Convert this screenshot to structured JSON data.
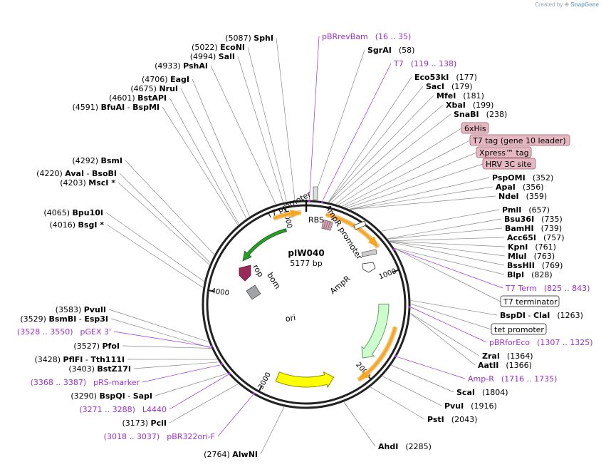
{
  "credit": {
    "prefix": "Created by",
    "brand": "SnapGene"
  },
  "plasmid": {
    "name": "pIW040",
    "length": "5177 bp"
  },
  "ticks": [
    "1000",
    "2000",
    "3000",
    "4000",
    "5000"
  ],
  "features": [
    {
      "label": "T7 promoter"
    },
    {
      "label": "RBS"
    },
    {
      "label": "AmpR promoter"
    },
    {
      "label": "AmpR"
    },
    {
      "label": "ori"
    },
    {
      "label": "rop"
    },
    {
      "label": "bom"
    }
  ],
  "enzymes_right": [
    {
      "name": "SgrAI",
      "pos": "(58)"
    },
    {
      "name": "Eco53kI",
      "pos": "(177)"
    },
    {
      "name": "SacI",
      "pos": "(179)"
    },
    {
      "name": "MfeI",
      "pos": "(181)"
    },
    {
      "name": "XbaI",
      "pos": "(199)"
    },
    {
      "name": "SnaBI",
      "pos": "(238)"
    },
    {
      "name": "PspOMI",
      "pos": "(352)"
    },
    {
      "name": "ApaI",
      "pos": "(356)"
    },
    {
      "name": "NdeI",
      "pos": "(359)"
    },
    {
      "name": "PmlI",
      "pos": "(657)"
    },
    {
      "name": "Bsu36I",
      "pos": "(735)"
    },
    {
      "name": "BamHI",
      "pos": "(739)"
    },
    {
      "name": "Acc65I",
      "pos": "(757)"
    },
    {
      "name": "KpnI",
      "pos": "(761)"
    },
    {
      "name": "MluI",
      "pos": "(763)"
    },
    {
      "name": "BssHII",
      "pos": "(769)"
    },
    {
      "name": "BlpI",
      "pos": "(828)"
    },
    {
      "name": "BspDI - ClaI",
      "pos": "(1263)"
    },
    {
      "name": "ZraI",
      "pos": "(1364)"
    },
    {
      "name": "AatII",
      "pos": "(1366)"
    },
    {
      "name": "ScaI",
      "pos": "(1804)"
    },
    {
      "name": "PvuI",
      "pos": "(1916)"
    },
    {
      "name": "PstI",
      "pos": "(2043)"
    },
    {
      "name": "AhdI",
      "pos": "(2285)"
    }
  ],
  "enzymes_left": [
    {
      "name": "SphI",
      "pos": "(5087)"
    },
    {
      "name": "EcoNI",
      "pos": "(5022)"
    },
    {
      "name": "SalI",
      "pos": "(4994)"
    },
    {
      "name": "PshAI",
      "pos": "(4933)"
    },
    {
      "name": "EagI",
      "pos": "(4706)"
    },
    {
      "name": "NruI",
      "pos": "(4675)"
    },
    {
      "name": "BstAPI",
      "pos": "(4601)"
    },
    {
      "name": "BfuAI - BspMI",
      "pos": "(4591)"
    },
    {
      "name": "BsmI",
      "pos": "(4292)"
    },
    {
      "name": "AvaI - BsoBI",
      "pos": "(4220)"
    },
    {
      "name": "MscI *",
      "pos": "(4203)"
    },
    {
      "name": "Bpu10I",
      "pos": "(4065)"
    },
    {
      "name": "BsgI *",
      "pos": "(4016)"
    },
    {
      "name": "PvuII",
      "pos": "(3583)"
    },
    {
      "name": "BsmBI - Esp3I",
      "pos": "(3529)"
    },
    {
      "name": "PfoI",
      "pos": "(3527)"
    },
    {
      "name": "PflFI - Tth111I",
      "pos": "(3428)"
    },
    {
      "name": "BstZ17I",
      "pos": "(3403)"
    },
    {
      "name": "BspQI - SapI",
      "pos": "(3290)"
    },
    {
      "name": "PciI",
      "pos": "(3173)"
    },
    {
      "name": "AlwNI",
      "pos": "(2764)"
    }
  ],
  "primers": [
    {
      "name": "pBRrevBam",
      "range": "(16 .. 35)"
    },
    {
      "name": "T7",
      "range": "(119 .. 138)"
    },
    {
      "name": "T7 Term",
      "range": "(825 .. 843)"
    },
    {
      "name": "pBRforEco",
      "range": "(1307 .. 1325)"
    },
    {
      "name": "Amp-R",
      "range": "(1716 .. 1735)"
    },
    {
      "name": "pGEX 3'",
      "range": "(3528 .. 3550)"
    },
    {
      "name": "pRS-marker",
      "range": "(3368 .. 3387)"
    },
    {
      "name": "L4440",
      "range": "(3271 .. 3288)"
    },
    {
      "name": "pBR322ori-F",
      "range": "(3018 .. 3037)"
    }
  ],
  "boxed": [
    {
      "label": "6xHis"
    },
    {
      "label": "T7 tag (gene 10 leader)"
    },
    {
      "label": "Xpress™ tag"
    },
    {
      "label": "HRV 3C site"
    },
    {
      "label": "T7 terminator"
    },
    {
      "label": "tet promoter"
    }
  ],
  "colors": {
    "primer": "#9b2fd6",
    "boxFill": "#e3b8c0",
    "boxStroke": "#b07a86",
    "ori": "#ffff00",
    "ampr": "#ccffcc",
    "t7prom": "#2a9d2a",
    "rop": "#9a2a5a",
    "bom": "#a0a4a8",
    "orf": "#f5a623"
  }
}
